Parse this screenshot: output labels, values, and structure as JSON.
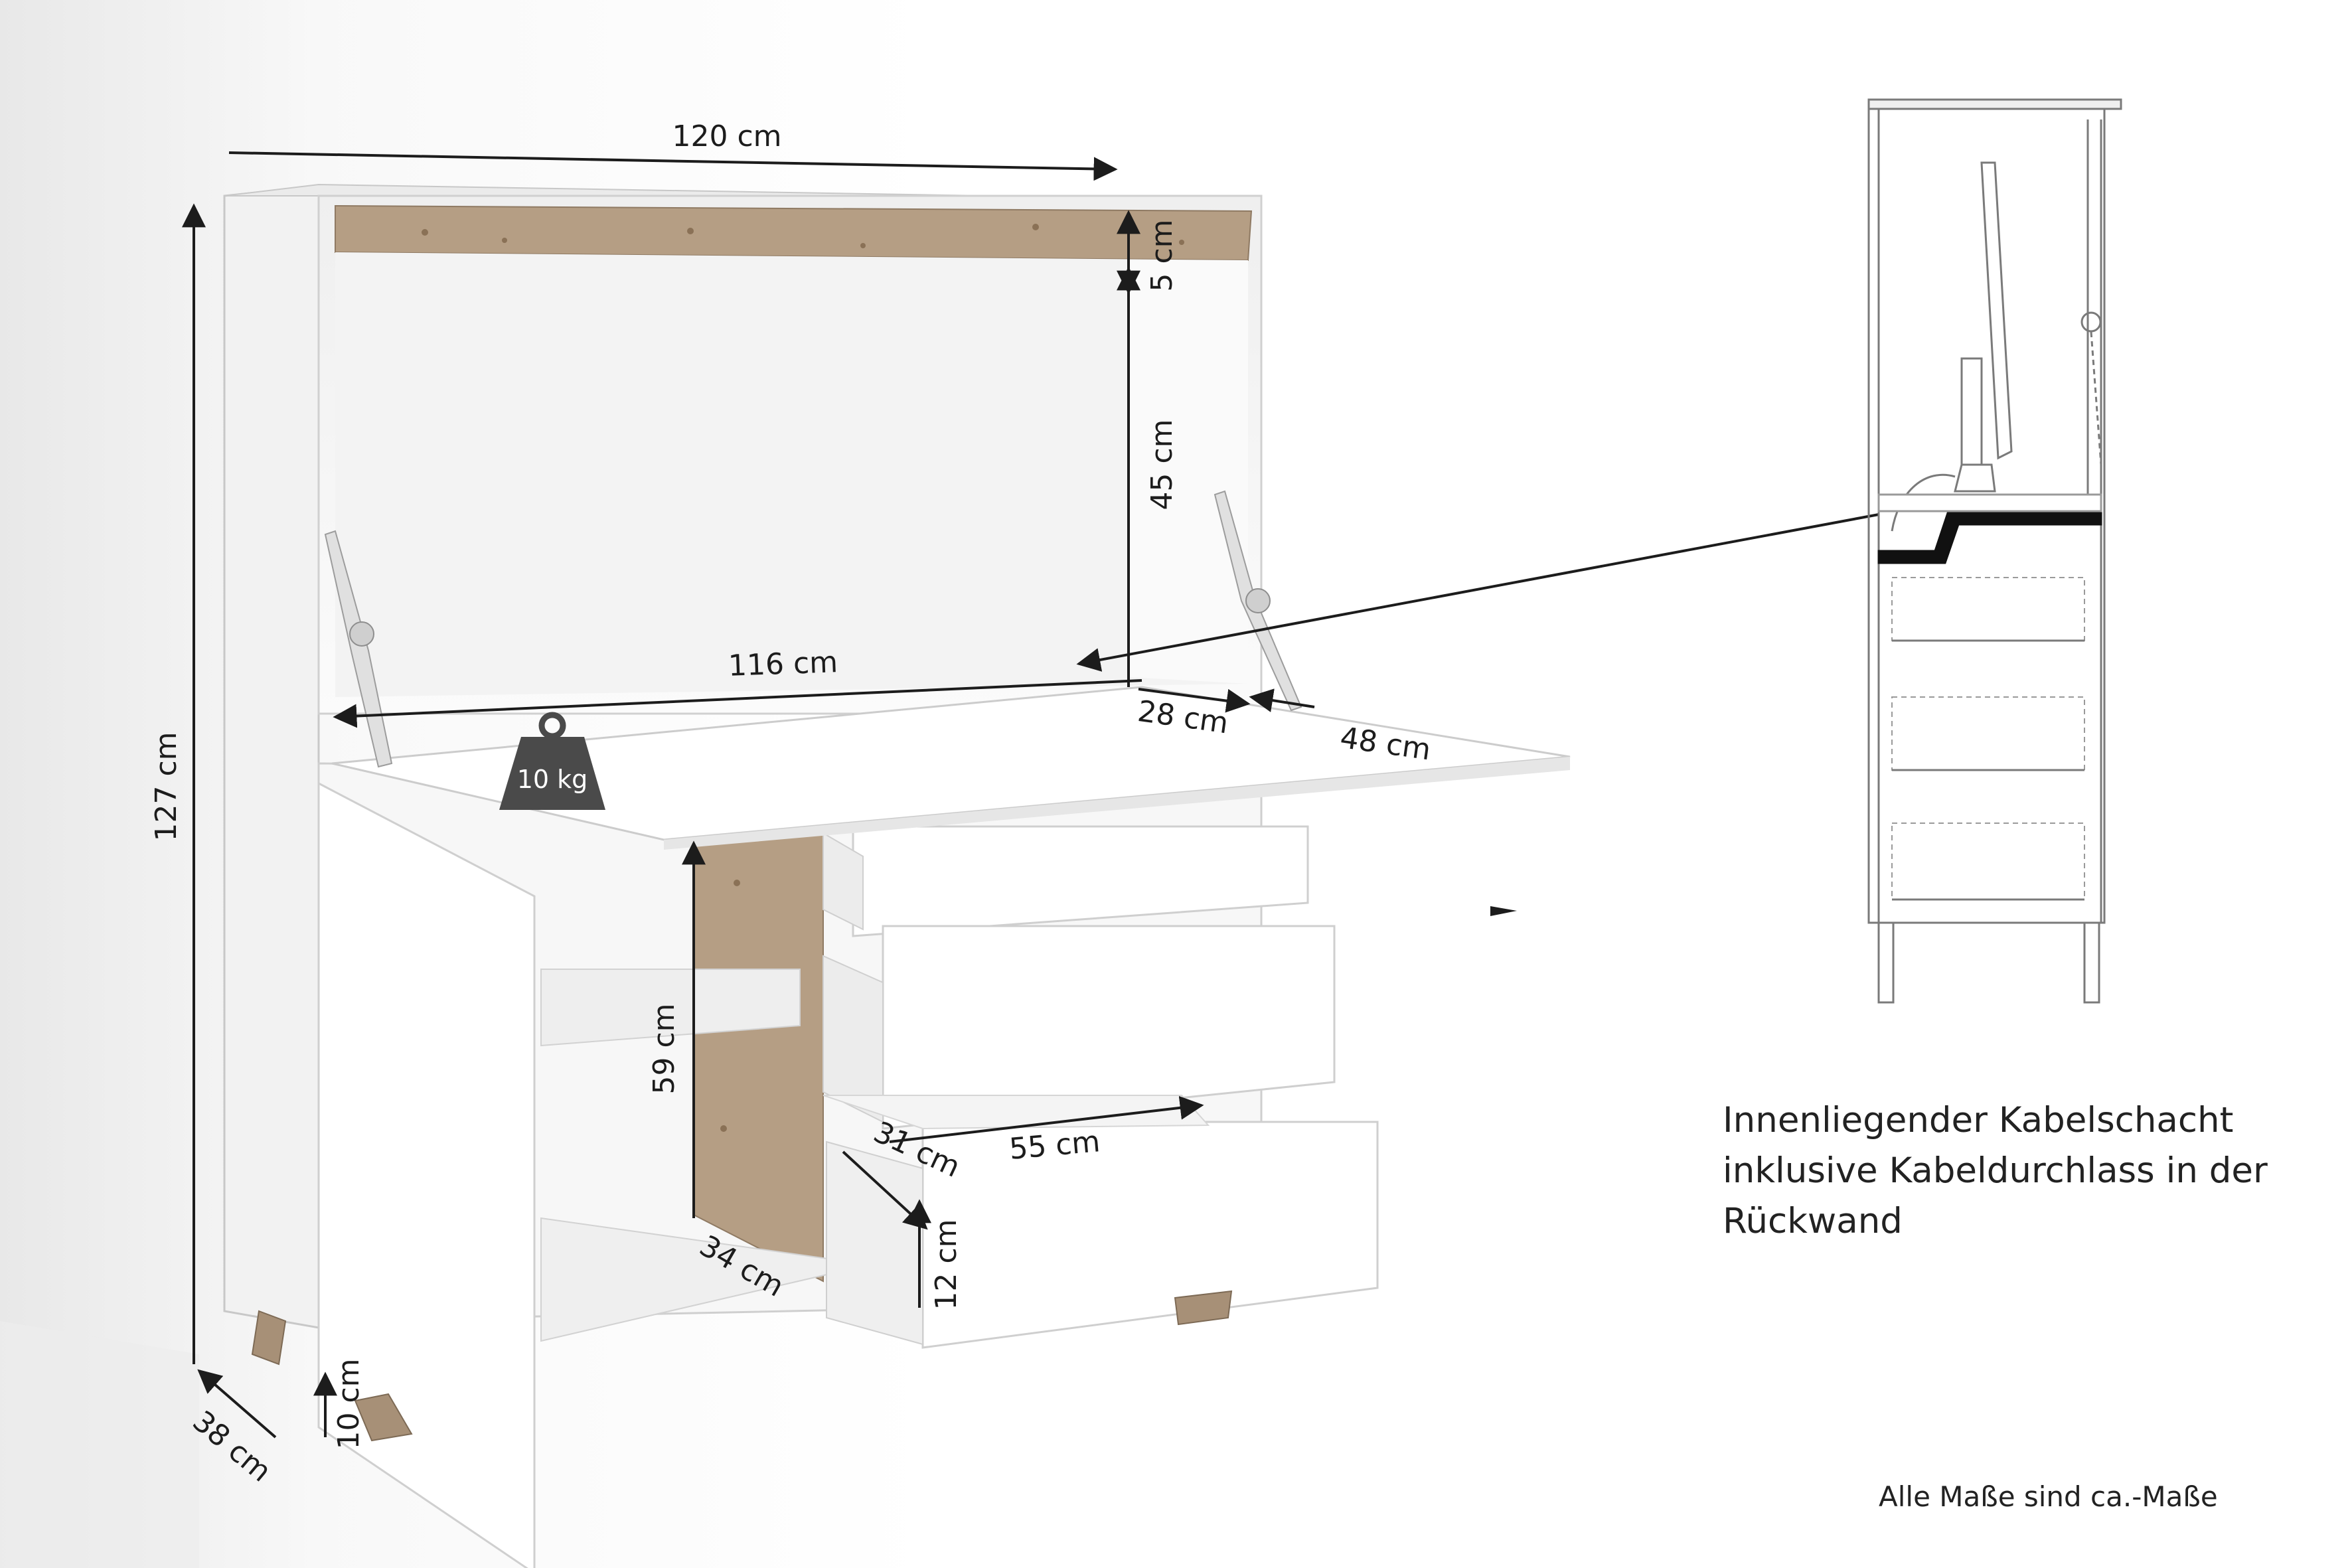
{
  "dimensions": {
    "width_top": "120 cm",
    "height_total": "127 cm",
    "depth": "38 cm",
    "leg_height": "10 cm",
    "top_strip": "5 cm",
    "compartment_height": "45 cm",
    "desk_width": "116 cm",
    "desk_inner_depth": "28 cm",
    "desk_flap_depth": "48 cm",
    "side_height": "59 cm",
    "shelf_depth": "34 cm",
    "drawer_depth": "31 cm",
    "drawer_width": "55 cm",
    "drawer_height": "12 cm"
  },
  "load_label": "10 kg",
  "cable_note": {
    "line1": "Innenliegender Kabelschacht",
    "line2": "inklusive Kabeldurchlass in der",
    "line3": "Rückwand"
  },
  "footnote": "Alle Maße sind ca.-Maße",
  "colors": {
    "oak": "#b59e84",
    "line": "#1c1c1c",
    "panel": "#ffffff",
    "shadow": "#e4e4e4"
  }
}
